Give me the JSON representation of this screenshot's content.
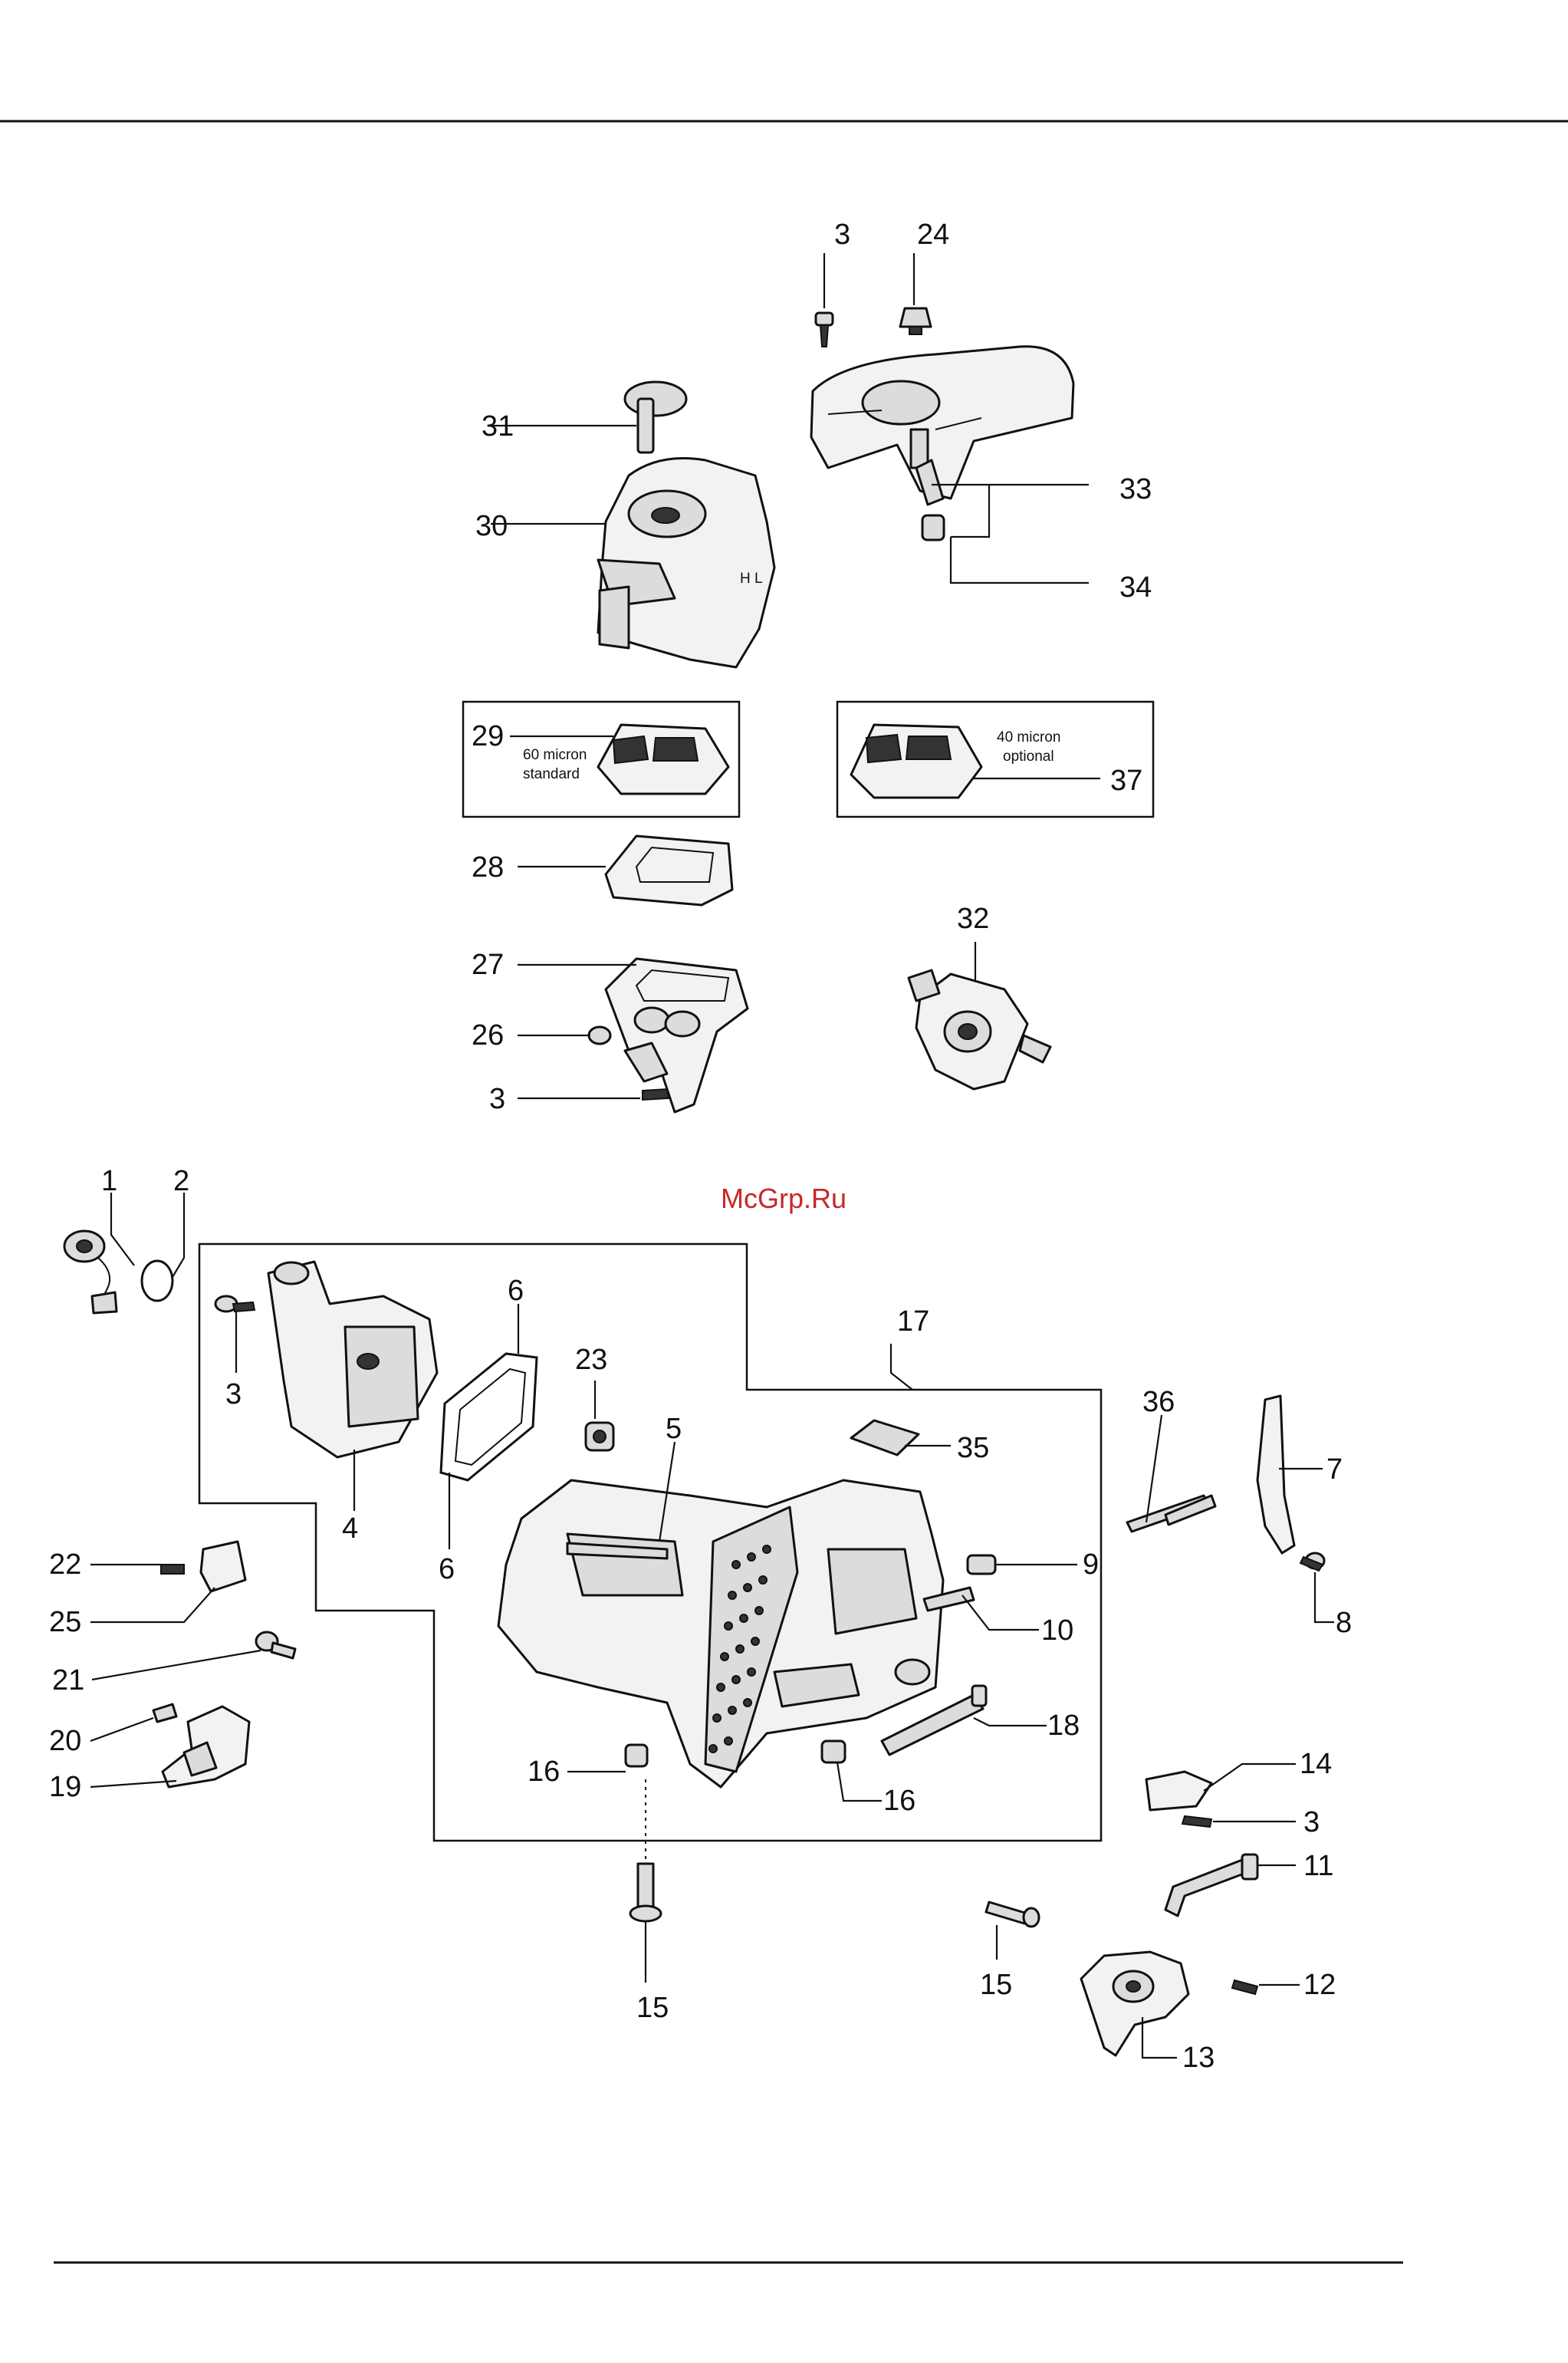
{
  "watermark": "McGrp.Ru",
  "notes": {
    "filter_standard": [
      "60 micron",
      "standard"
    ],
    "filter_optional": [
      "40 micron",
      "optional"
    ]
  },
  "callouts": {
    "c1": "1",
    "c2": "2",
    "c3a": "3",
    "c3b": "3",
    "c3c": "3",
    "c3d": "3",
    "c4": "4",
    "c5": "5",
    "c6a": "6",
    "c6b": "6",
    "c7": "7",
    "c8": "8",
    "c9": "9",
    "c10": "10",
    "c11": "11",
    "c12": "12",
    "c13": "13",
    "c14": "14",
    "c15a": "15",
    "c15b": "15",
    "c16a": "16",
    "c16b": "16",
    "c17": "17",
    "c18": "18",
    "c19": "19",
    "c20": "20",
    "c21": "21",
    "c22": "22",
    "c23": "23",
    "c24": "24",
    "c25": "25",
    "c26": "26",
    "c27": "27",
    "c28": "28",
    "c29": "29",
    "c30": "30",
    "c31": "31",
    "c32": "32",
    "c33": "33",
    "c34": "34",
    "c35": "35",
    "c36": "36",
    "c37": "37"
  },
  "colors": {
    "ink": "#111111",
    "watermark": "#c62828",
    "paper": "#ffffff"
  }
}
